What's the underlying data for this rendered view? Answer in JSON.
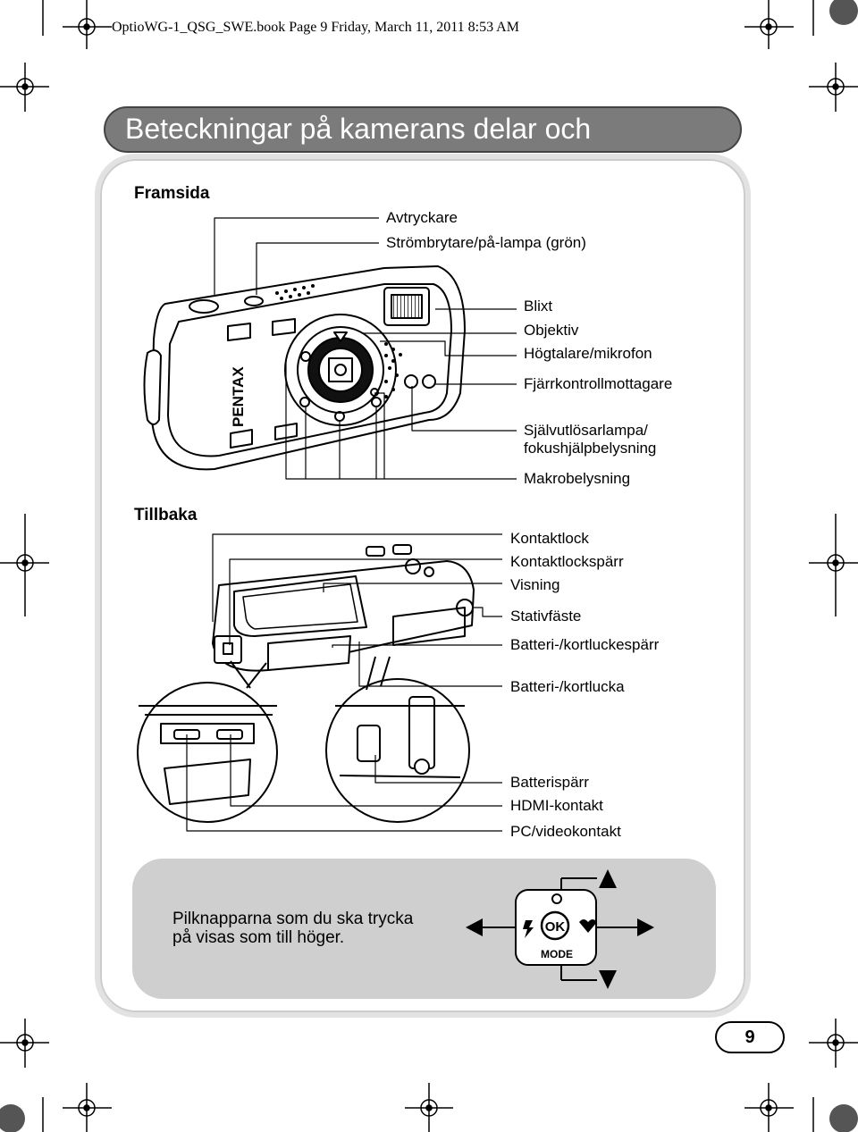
{
  "header": {
    "book_line": "OptioWG-1_QSG_SWE.book  Page 9  Friday, March 11, 2011  8:53 AM"
  },
  "title": "Beteckningar på kamerans delar och",
  "front": {
    "heading": "Framsida",
    "labels": {
      "shutter": "Avtryckare",
      "power": "Strömbrytare/på-lampa (grön)",
      "flash": "Blixt",
      "lens": "Objektiv",
      "speaker": "Högtalare/mikrofon",
      "remote": "Fjärrkontrollmottagare",
      "selftimer_1": "Självutlösarlampa/",
      "selftimer_2": "fokushjälpbelysning",
      "macro": "Makrobelysning"
    },
    "brand": "PENTAX"
  },
  "back": {
    "heading": "Tillbaka",
    "labels": {
      "lock": "Kontaktlock",
      "lock_latch": "Kontaktlockspärr",
      "display": "Visning",
      "tripod": "Stativfäste",
      "battery_latch": "Batteri-/kortluckespärr",
      "battery_cover": "Batteri-/kortlucka",
      "battery_lock": "Batterispärr",
      "hdmi": "HDMI-kontakt",
      "pcvideo": "PC/videokontakt"
    }
  },
  "note": {
    "line1": "Pilknapparna som du ska trycka",
    "line2": "på visas som till höger."
  },
  "dpad": {
    "ok": "OK",
    "mode": "MODE"
  },
  "page_number": "9",
  "colors": {
    "title_bar": "#7b7b7b",
    "note_box": "#cfcfcf"
  }
}
